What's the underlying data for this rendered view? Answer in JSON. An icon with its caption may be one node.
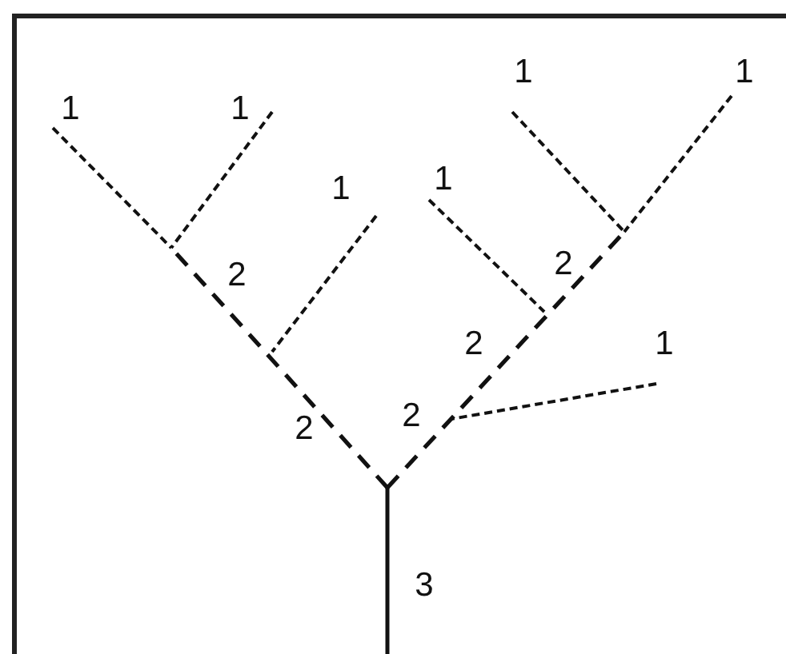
{
  "diagram": {
    "labels": [
      "1",
      "1",
      "1",
      "1",
      "1",
      "1",
      "2",
      "2",
      "1",
      "2",
      "2",
      "2",
      "3"
    ]
  }
}
